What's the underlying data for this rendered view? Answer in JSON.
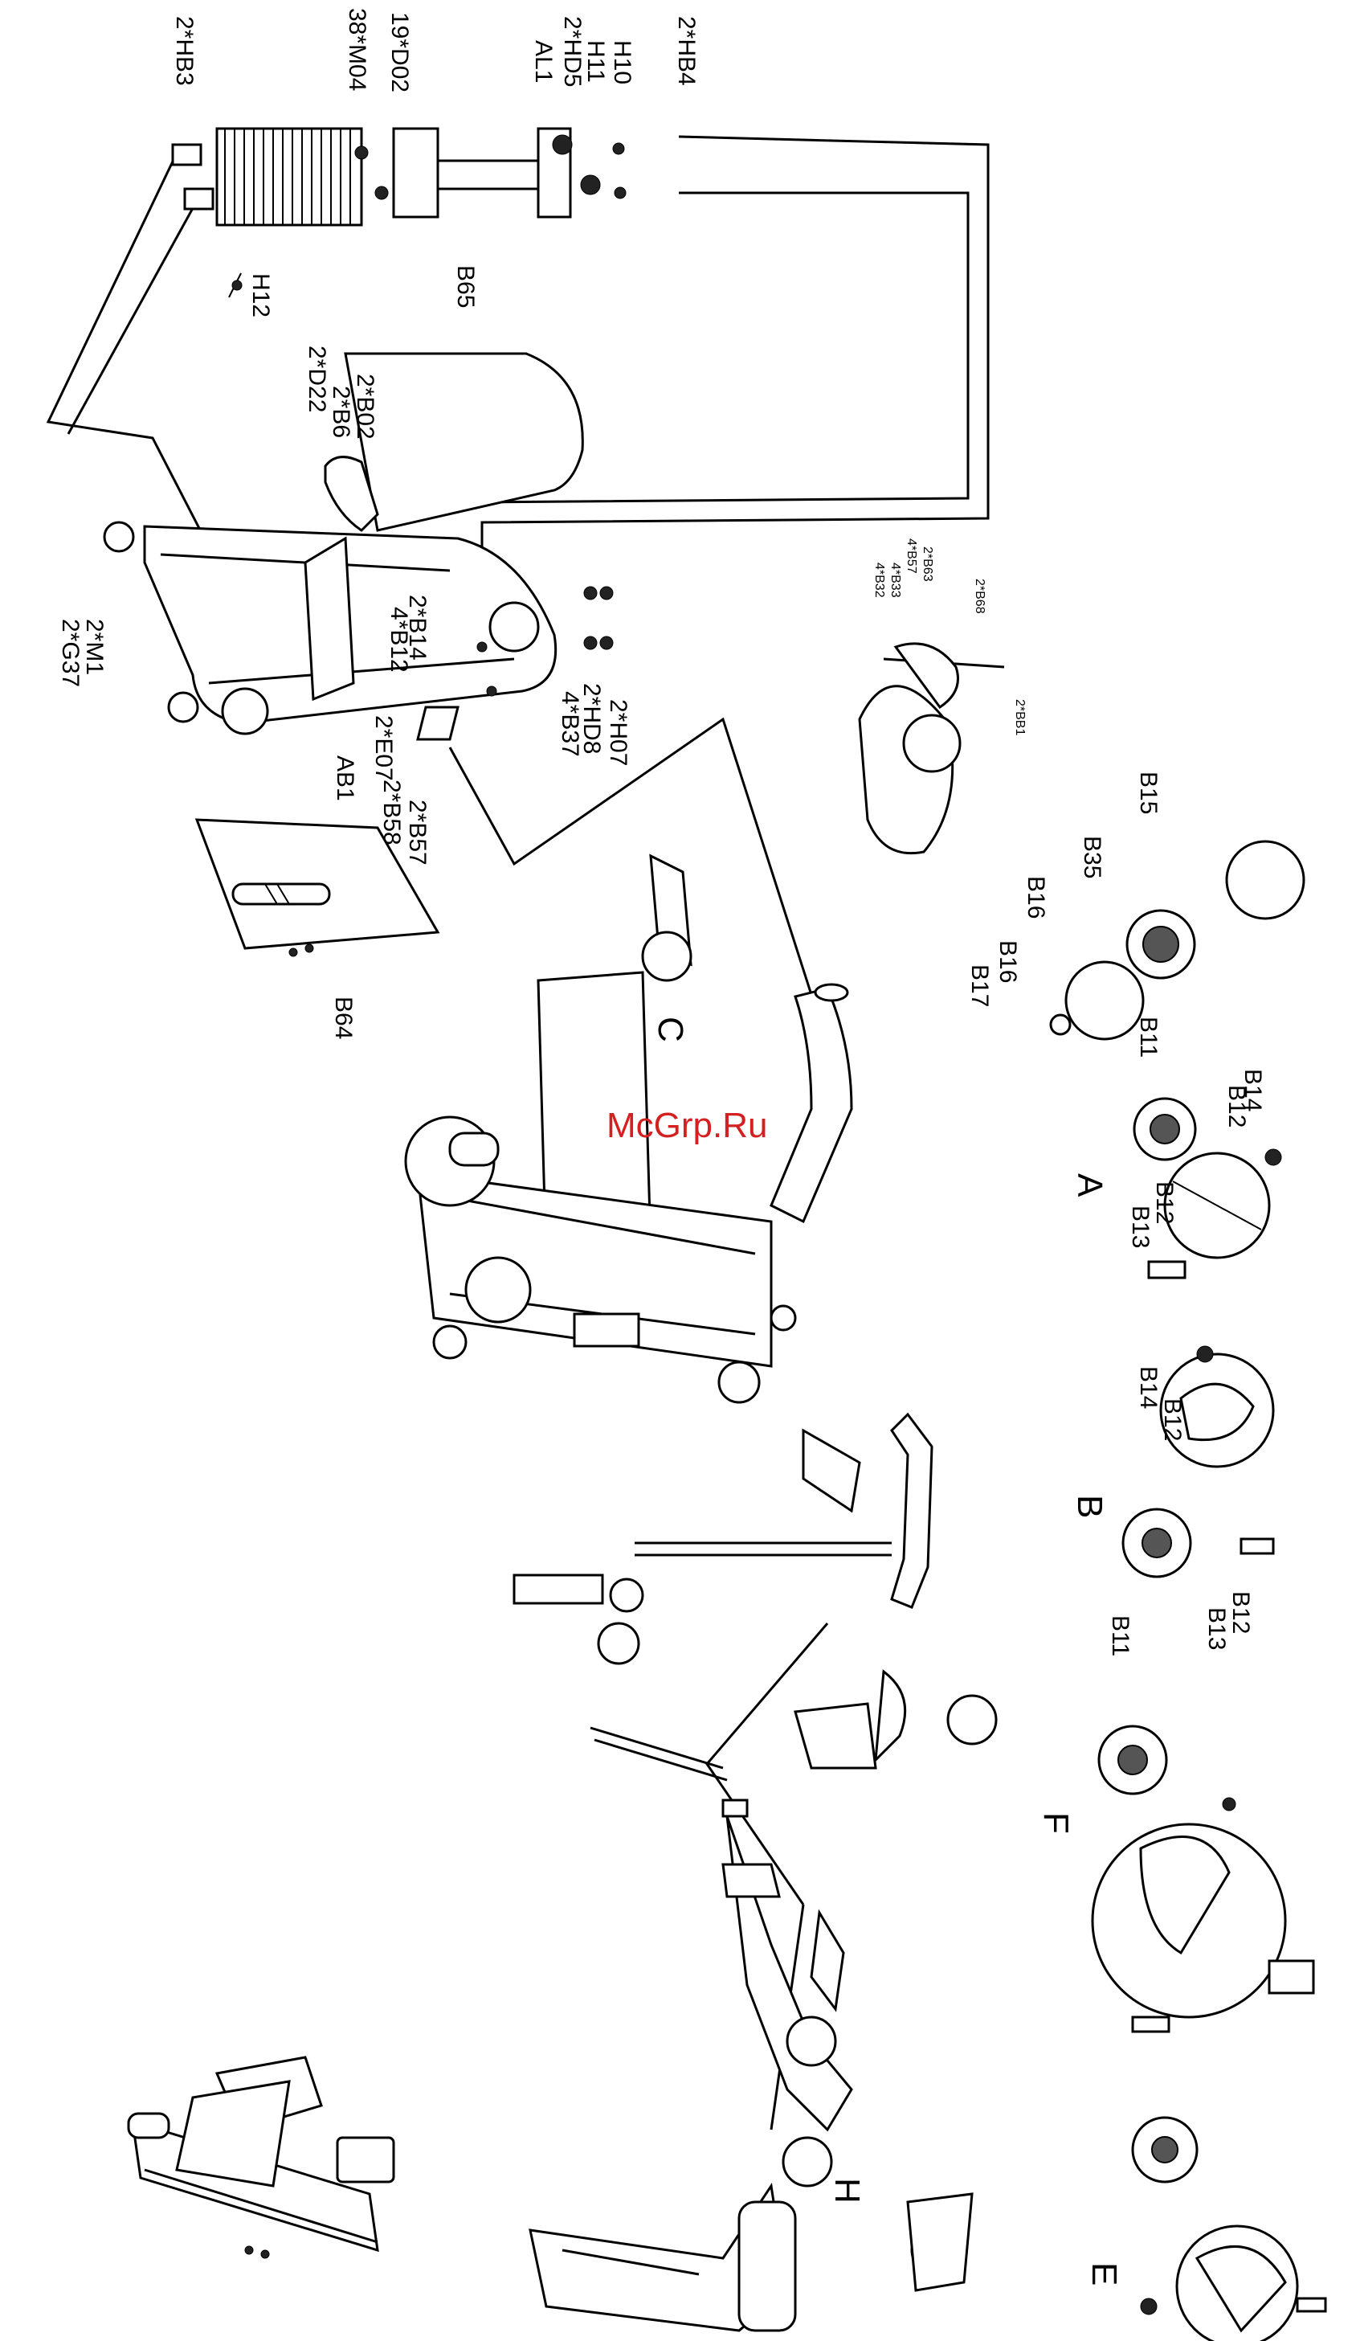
{
  "watermark": "McGrp.Ru",
  "callouts": {
    "hb3": "2*HB3",
    "m04": "38*M04",
    "d02": "19*D02",
    "al1": "AL1",
    "hd5": "2*HD5",
    "h11": "H11",
    "h10": "H10",
    "hb4": "2*HB4",
    "h12": "H12",
    "b65": "B65",
    "d22": "2*D22",
    "b6": "2*B6",
    "b02": "2*B02",
    "m1": "2*M1",
    "g37": "2*G37",
    "b14": "2*B14",
    "b12": "4*B12",
    "hd8": "2*HD8",
    "b37": "4*B37",
    "h07": "2*H07",
    "e07": "2*E07",
    "ab1": "AB1",
    "b58": "2*B58",
    "b57": "2*B57",
    "b64": "B64",
    "bb1": "2*BB1",
    "b57b": "4*B57",
    "b63": "2*B63",
    "b68": "2*B68",
    "b32": "4*B32",
    "b33": "4*B33"
  },
  "detail_labels": {
    "a": "A",
    "b": "B",
    "c": "C",
    "e": "E",
    "f": "F",
    "h": "H"
  },
  "detail_a_parts": {
    "b15": "B15",
    "b35": "B35",
    "b16": "B16",
    "b16b": "B16",
    "b17": "B17",
    "b11": "B11",
    "b14": "B14",
    "b12": "B12",
    "b12b": "B12",
    "b13": "B13"
  },
  "detail_b_parts": {
    "b14": "B14",
    "b12": "B12",
    "b11": "B11",
    "b12b": "B12",
    "b13": "B13"
  }
}
